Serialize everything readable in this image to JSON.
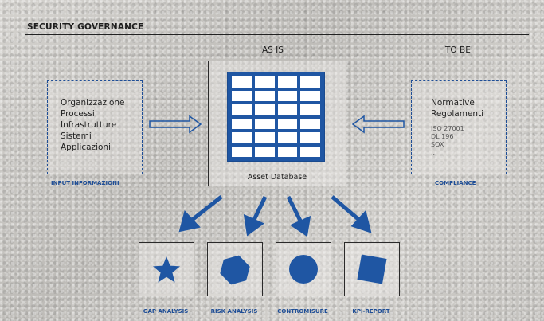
{
  "title": "SECURITY GOVERNANCE",
  "columns": {
    "as_is": "AS IS",
    "to_be": "TO BE"
  },
  "input_panel": {
    "items": [
      "Organizzazione",
      "Processi",
      "Infrastrutture",
      "Sistemi",
      "Applicazioni"
    ],
    "caption": "INPUT INFORMAZIONI"
  },
  "database": {
    "label": "Asset Database",
    "rows": 6,
    "cols": 4
  },
  "compliance_panel": {
    "items": [
      "Normative",
      "Regolamenti"
    ],
    "standards": [
      "ISO 27001",
      "DL 196",
      "SOX",
      "..."
    ],
    "caption": "COMPLIANCE"
  },
  "outputs": [
    {
      "label": "GAP ANALYSIS",
      "icon": "star-icon"
    },
    {
      "label": "RISK ANALYSIS",
      "icon": "hexagon-icon"
    },
    {
      "label": "CONTROMISURE",
      "icon": "circle-icon"
    },
    {
      "label": "KPI-REPORT",
      "icon": "square-icon"
    }
  ],
  "colors": {
    "accent": "#1f56a3",
    "line": "#222222"
  }
}
